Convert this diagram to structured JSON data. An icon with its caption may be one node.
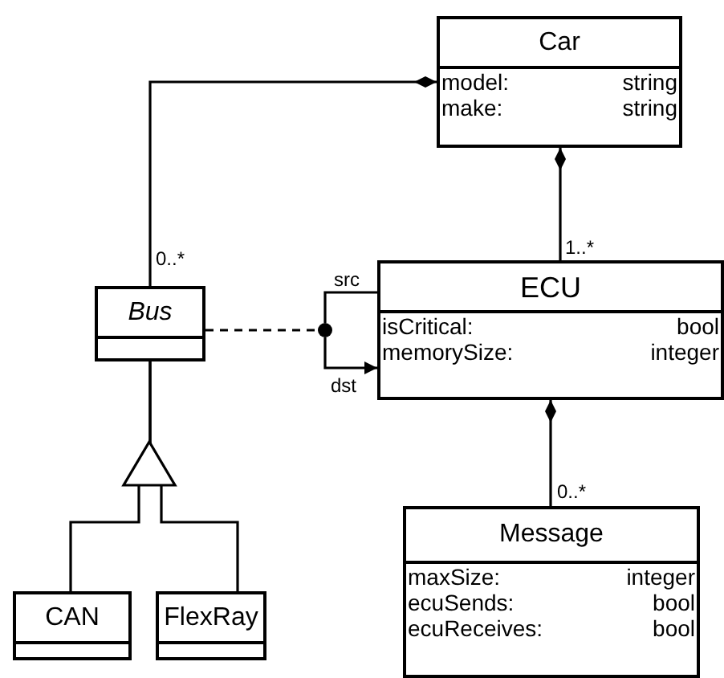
{
  "diagram": {
    "nodes": [
      {
        "text": [
          "Car",
          "model:",
          "string",
          "make:",
          "string"
        ]
      },
      {
        "text": [
          "Bus"
        ]
      },
      {
        "text": [],
        "shape": "circle"
      },
      {
        "text": [
          "ECU",
          "isCritical:",
          "bool",
          "memorySize:",
          "integer"
        ]
      },
      {
        "text": [
          "CAN"
        ]
      },
      {
        "text": [
          "FlexRay"
        ]
      },
      {
        "text": [
          "Message",
          "maxSize:",
          "integer",
          "ecuSends:",
          "bool",
          "ecuReceives:",
          "bool"
        ]
      }
    ],
    "edges": [
      {
        "from": 0,
        "to": 1,
        "arrow": "other",
        "label": "0..*"
      },
      {
        "from": 0,
        "to": 3,
        "arrow": "other",
        "label": "1..*"
      },
      {
        "from": 1,
        "to": 2,
        "arrow": "none",
        "style": "dashed"
      },
      {
        "from": 2,
        "to": 3,
        "arrow": "none",
        "label": "src"
      },
      {
        "from": 2,
        "to": 3,
        "arrow": "to",
        "label": "dst"
      },
      {
        "from": 3,
        "to": 6,
        "arrow": "other",
        "label": "0..*"
      },
      {
        "from": 4,
        "to": 1,
        "arrow": "to"
      },
      {
        "from": 5,
        "to": 1,
        "arrow": "to"
      }
    ]
  }
}
